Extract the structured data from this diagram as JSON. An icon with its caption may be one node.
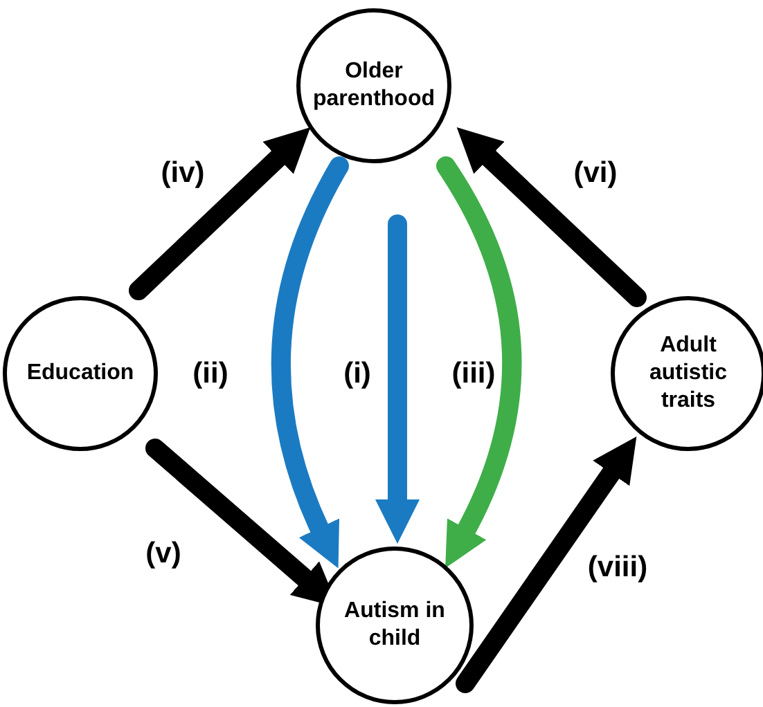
{
  "diagram": {
    "nodes": [
      {
        "text": [
          "Older parenthood"
        ]
      },
      {
        "text": [
          "Education"
        ]
      },
      {
        "text": [
          "Adult autistic traits"
        ]
      },
      {
        "text": [
          "Autism in child"
        ]
      }
    ],
    "edges": [
      {
        "from": 0,
        "to": 3,
        "arrow": "to",
        "label": "(i)",
        "color": "#1b7bc2"
      },
      {
        "from": 0,
        "to": 3,
        "arrow": "to",
        "label": "(ii)",
        "color": "#1b7bc2"
      },
      {
        "from": 0,
        "to": 3,
        "arrow": "to",
        "label": "(iii)",
        "color": "#3fae49"
      },
      {
        "from": 1,
        "to": 0,
        "arrow": "to",
        "label": "(iv)"
      },
      {
        "from": 1,
        "to": 3,
        "arrow": "to",
        "label": "(v)"
      },
      {
        "from": 2,
        "to": 0,
        "arrow": "to",
        "label": "(vi)"
      },
      {
        "from": 3,
        "to": 2,
        "arrow": "to",
        "label": "(viii)"
      }
    ]
  }
}
